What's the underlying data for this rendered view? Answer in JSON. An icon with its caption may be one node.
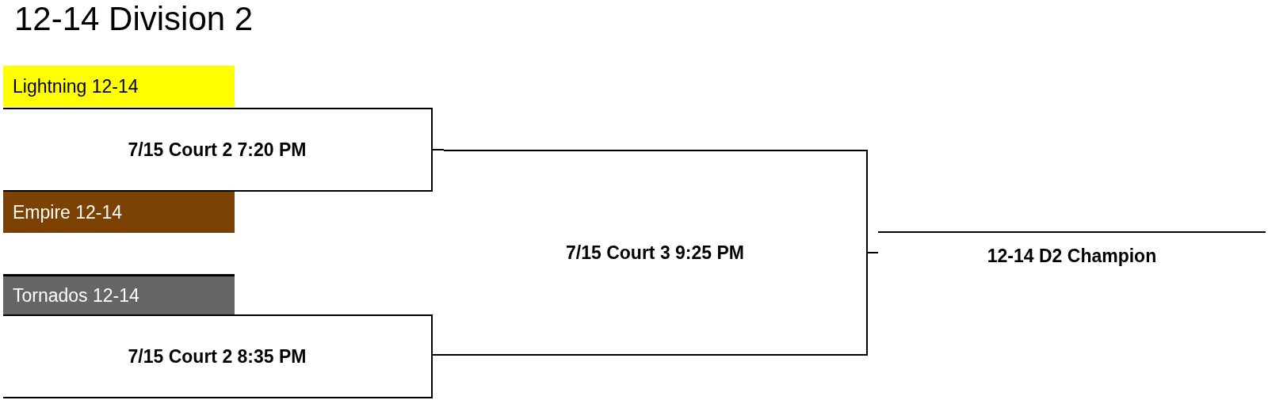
{
  "diagram": {
    "title": "12-14 Division 2",
    "nodes": [
      {
        "text": [
          "Lightning 12-14"
        ]
      },
      {
        "text": [
          "Empire 12-14"
        ]
      },
      {
        "text": [
          "Tornados 12-14"
        ]
      },
      {
        "text": [
          "7/15 Court 2 7:20 PM"
        ]
      },
      {
        "text": [
          "7/15 Court 2 8:35 PM"
        ]
      },
      {
        "text": [
          "7/15 Court 3 9:25 PM"
        ]
      },
      {
        "text": [
          "12-14 D2 Champion"
        ]
      }
    ],
    "edges": [
      {
        "from": 3,
        "to": 5,
        "arrow": "none"
      },
      {
        "from": 4,
        "to": 5,
        "arrow": "none"
      },
      {
        "from": 5,
        "to": 6,
        "arrow": "none"
      }
    ]
  }
}
